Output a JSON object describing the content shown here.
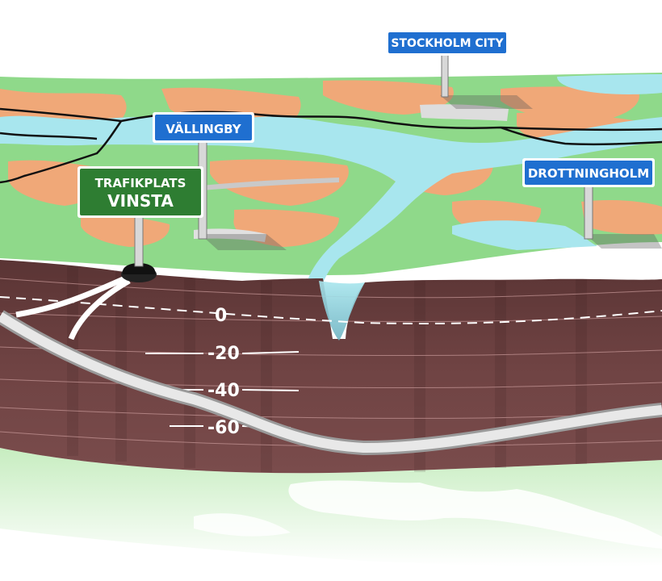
{
  "signs": {
    "stockholm_city": "STOCKHOLM CITY",
    "vallingby": "VÄLLINGBY",
    "drottningholm": "DROTTNINGHOLM",
    "trafikplats_line1": "TRAFIKPLATS",
    "trafikplats_line2": "VINSTA"
  },
  "depth_scale": {
    "labels": [
      "0",
      "-20",
      "-40",
      "-60"
    ]
  },
  "colors": {
    "land": "#8fd98a",
    "urban": "#f0a878",
    "water": "#a8e6ee",
    "soil": "#6b3f3f",
    "sign_blue": "#1f6fd0",
    "sign_green": "#2e7d32",
    "tunnel": "#e8e8e8"
  }
}
